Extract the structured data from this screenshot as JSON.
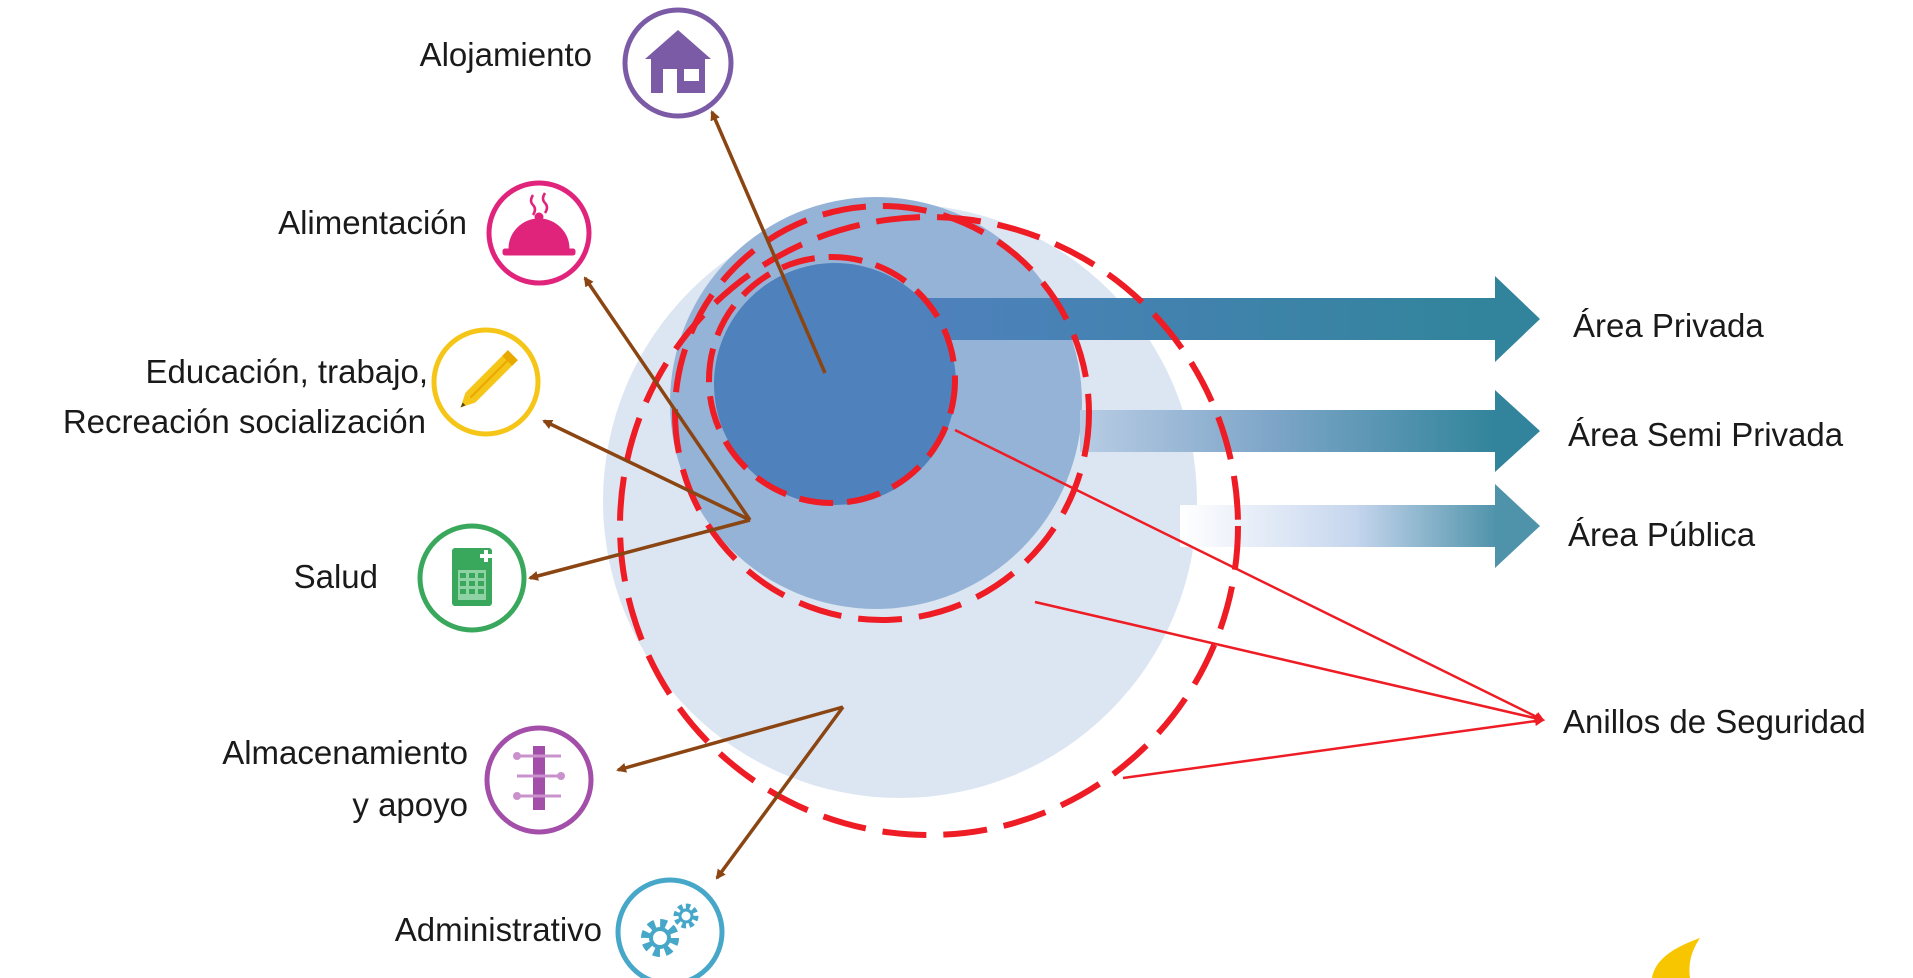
{
  "functions": [
    {
      "id": "alojamiento",
      "label_lines": [
        "Alojamiento"
      ],
      "icon": "house-icon",
      "color": "#7b5aa6"
    },
    {
      "id": "alimentacion",
      "label_lines": [
        "Alimentación"
      ],
      "icon": "food-cloche-icon",
      "color": "#e0247c"
    },
    {
      "id": "educacion",
      "label_lines": [
        "Educación, trabajo,",
        "Recreación socialización"
      ],
      "icon": "pencil-icon",
      "color": "#f5c518"
    },
    {
      "id": "salud",
      "label_lines": [
        "Salud"
      ],
      "icon": "medical-kit-icon",
      "color": "#3aa85c"
    },
    {
      "id": "almacenamiento",
      "label_lines": [
        "Almacenamiento",
        "y apoyo"
      ],
      "icon": "storage-icon",
      "color": "#a34ea8"
    },
    {
      "id": "administrativo",
      "label_lines": [
        "Administrativo"
      ],
      "icon": "gears-icon",
      "color": "#46a7c9"
    }
  ],
  "areas": [
    {
      "id": "privada",
      "label": "Área Privada"
    },
    {
      "id": "semi-privada",
      "label": "Área Semi Privada"
    },
    {
      "id": "publica",
      "label": "Área Pública"
    }
  ],
  "security_rings_label": "Anillos de Seguridad",
  "colors": {
    "inner_circle": "#4f81bd",
    "middle_circle": "#95b3d7",
    "outer_circle": "#dce6f2",
    "ring_dash": "#ee1c25",
    "function_arrow": "#8b4513",
    "area_arrow": "#31849b",
    "ring_pointer": "#ee1c25",
    "logo": "#f7c600"
  }
}
